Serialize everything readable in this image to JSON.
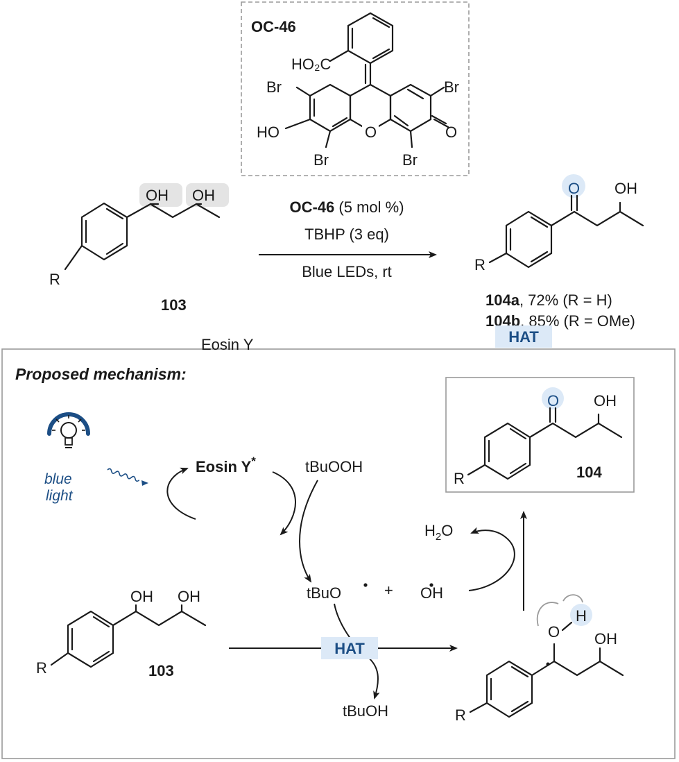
{
  "catalyst": {
    "name": "OC-46",
    "labels": {
      "acid": "HO₂C",
      "br_left_top": "Br",
      "br_right_top": "Br",
      "hydroxy": "HO",
      "br_left_bottom": "Br",
      "br_right_bottom": "Br",
      "ring_o": "O",
      "keto_o": "O"
    }
  },
  "reaction": {
    "substrate_label": "103",
    "oh1": "OH",
    "oh2": "OH",
    "r_group": "R",
    "conditions": {
      "catalyst_name": "OC-46",
      "catalyst_loading": "(5 mol %)",
      "oxidant": "TBHP (3 eq)",
      "light": "Blue LEDs, rt"
    },
    "product": {
      "o": "O",
      "oh": "OH",
      "r_group": "R"
    },
    "results": [
      {
        "compound": "104a",
        "text": ", 72% (R = H)"
      },
      {
        "compound": "104b",
        "text": ", 85% (R = OMe)"
      }
    ]
  },
  "mechanism": {
    "title": "Proposed mechanism:",
    "light_label_1": "blue",
    "light_label_2": "light",
    "eosin_excited": "Eosin Y",
    "eosin_star": "*",
    "eosin_ground": "Eosin Y",
    "tbuooh": "tBuOOH",
    "tbuo": "tBuO",
    "plus": "+",
    "oh_radical": "OH",
    "tbuoh": "tBuOH",
    "water_h": "H",
    "water_2": "2",
    "water_o": "O",
    "hat_1": "HAT",
    "hat_2": "HAT",
    "product_label": "104",
    "product": {
      "o": "O",
      "oh": "OH",
      "r_group": "R"
    },
    "substrate": {
      "label": "103",
      "oh1": "OH",
      "oh2": "OH",
      "r_group": "R"
    },
    "radical": {
      "o": "O",
      "h": "H",
      "oh": "OH",
      "r_group": "R"
    }
  },
  "colors": {
    "accent": "#1c4e85",
    "highlight": "#dce9f7",
    "oh_highlight": "#e4e4e4",
    "frame": "#9a9a9a"
  }
}
